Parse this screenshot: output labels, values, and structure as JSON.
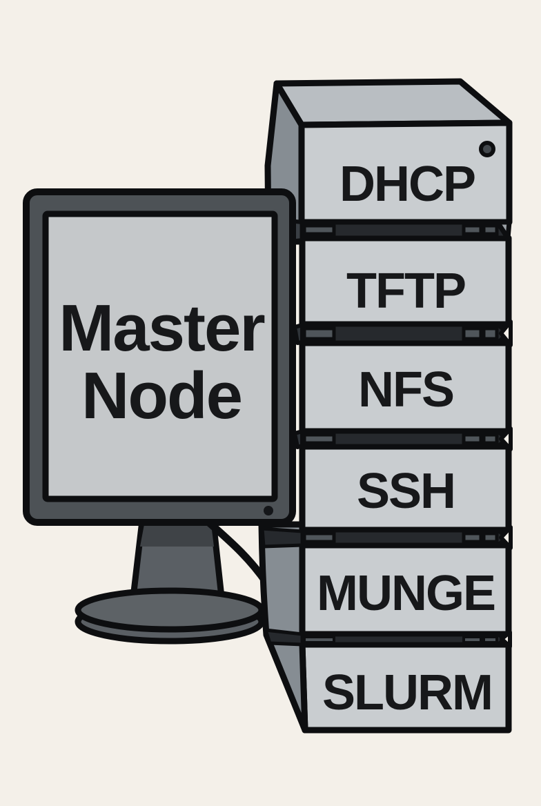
{
  "diagram": {
    "monitor": {
      "label_line1": "Master",
      "label_line2": "Node"
    },
    "services": [
      {
        "label": "DHCP"
      },
      {
        "label": "TFTP"
      },
      {
        "label": "NFS"
      },
      {
        "label": "SSH"
      },
      {
        "label": "MUNGE"
      },
      {
        "label": "SLURM"
      }
    ],
    "colors": {
      "background": "#f4f0e9",
      "outline": "#0d0e10",
      "box_face": "#c9cdd0",
      "box_top_face": "#b9bec2",
      "box_side_face": "#868d93",
      "gap_recess_dark": "#26292d",
      "gap_recess_light": "#4f555a",
      "monitor_bezel": "#4d5256",
      "monitor_screen": "#c5c8ca",
      "stand": "#5a5f64",
      "label_text": "#17181a"
    }
  }
}
